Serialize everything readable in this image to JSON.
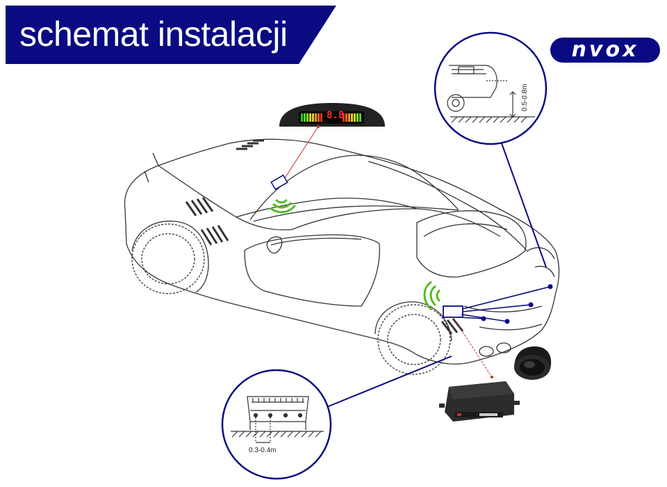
{
  "header": {
    "title": "schemat instalacji",
    "banner_color": "#0a0a82"
  },
  "logo": {
    "text": "nvox",
    "color": "#0a0a82"
  },
  "callouts": {
    "sensor_height": "0.5-0.8m",
    "sensor_spacing": "0.3-0.4m"
  },
  "display": {
    "digits": "8.8"
  },
  "colors": {
    "line": "#0a0a82",
    "signal": "#55bb22",
    "leader": "#c0302a"
  }
}
